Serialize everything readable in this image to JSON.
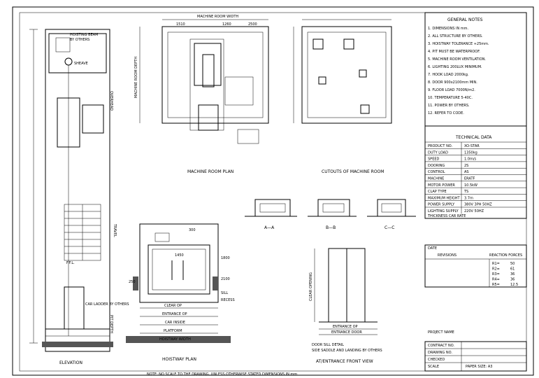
{
  "views": {
    "elevation": "ELEVATION",
    "machine_room_plan": "MACHINE ROOM PLAN",
    "cutouts": "CUTOUTS OF MACHINE ROOM",
    "hoistway_plan": "HOISTWAY PLAN",
    "front_view": "AT/ENTRANCE FRONT VIEW",
    "section_a": "A—A",
    "section_b": "B—B",
    "section_c": "C—C"
  },
  "technical_data": {
    "title": "TECHNICAL DATA",
    "rows": [
      {
        "label": "PRODUCT NO.",
        "value": "XO-STAR"
      },
      {
        "label": "DUTY LOAD",
        "value": "1350kg"
      },
      {
        "label": "SPEED",
        "value": "1.0m/s"
      },
      {
        "label": "DOORING",
        "value": "2S"
      },
      {
        "label": "CONTROL",
        "value": "AS"
      },
      {
        "label": "MACHINE",
        "value": "ERATF"
      },
      {
        "label": "MOTOR POWER",
        "value": "10.5kW"
      },
      {
        "label": "CLAP TYPE",
        "value": "TS"
      },
      {
        "label": "MAXIMUM HEIGHT",
        "value": "3.7m"
      },
      {
        "label": "POWER SUPPLY",
        "value": "380V 3PH 50HZ"
      },
      {
        "label": "LIGHTING SUPPLY",
        "value": "220V 50HZ"
      }
    ],
    "footer": "THICKNESS CAR RATE"
  },
  "reaction_table": {
    "date": "DATE",
    "heading": "REVISIONS",
    "reaction_heading": "REACTION FORCES",
    "rows": [
      {
        "key": "R1=",
        "value": "50"
      },
      {
        "key": "R2=",
        "value": "61"
      },
      {
        "key": "R3=",
        "value": "36"
      },
      {
        "key": "R4=",
        "value": "36"
      },
      {
        "key": "R5=",
        "value": "12.5"
      }
    ]
  },
  "title_block": {
    "project_name": "PROJECT NAME",
    "contract_no": "CONTRACT NO.",
    "drawing_no": "DRAWING NO.",
    "checked": "CHECKED",
    "scale": "SCALE",
    "paper": "PAPER SIZE: A3",
    "notice": "NOTE: NO SCALE TO THE DRAWING, UNLESS OTHERWISE STATED DIMENSIONS IN mm"
  },
  "elevation_labels": {
    "hoist": "HOISTING BEAM",
    "capacity": "BY OTHERS",
    "sheave": "SHEAVE",
    "travel": "TRAVEL",
    "car_ladder": "CAR LADDER BY OTHERS",
    "ff": "F.F.L.",
    "overhead": "OVERHEAD",
    "pit": "PIT DEPTH"
  },
  "mr_labels": {
    "width": "MACHINE ROOM WIDTH",
    "depth": "MACHINE ROOM DEPTH",
    "dim_top_a": "1510",
    "dim_top_b": "1260",
    "dim_top_c": "2500"
  },
  "hw_labels": {
    "clear": "CLEAR OP",
    "entrance": "ENTRANCE OP",
    "car": "CAR INSIDE",
    "platform": "PLATFORM",
    "hoistway": "HOISTWAY WIDTH",
    "sill": "SILL",
    "recess": "RECESS",
    "d1": "1450",
    "d2": "1800",
    "d3": "2100",
    "d4": "250",
    "d5": "300"
  },
  "front_labels": {
    "clear": "ENTRANCE OP",
    "base": "ENTRANCE DOOR",
    "left": "CLEAR OPENING",
    "note_a": "DOOR SILL DETAIL",
    "note_b": "SIDE SADDLE AND LANDING BY OTHERS"
  },
  "notes": {
    "title": "GENERAL NOTES",
    "lines": [
      "1. DIMENSIONS IN mm.",
      "2. ALL STRUCTURE BY OTHERS.",
      "3. HOISTWAY TOLERANCE +25mm.",
      "4. PIT MUST BE WATERPROOF.",
      "5. MACHINE ROOM VENTILATION.",
      "6. LIGHTING 200LUX MINIMUM.",
      "7. HOOK LOAD 2000kg.",
      "8. DOOR 900x2100mm MIN.",
      "9. FLOOR LOAD 7000N/m2.",
      "10. TEMPERATURE 5-40C.",
      "11. POWER BY OTHERS.",
      "12. REFER TO CODE."
    ]
  }
}
